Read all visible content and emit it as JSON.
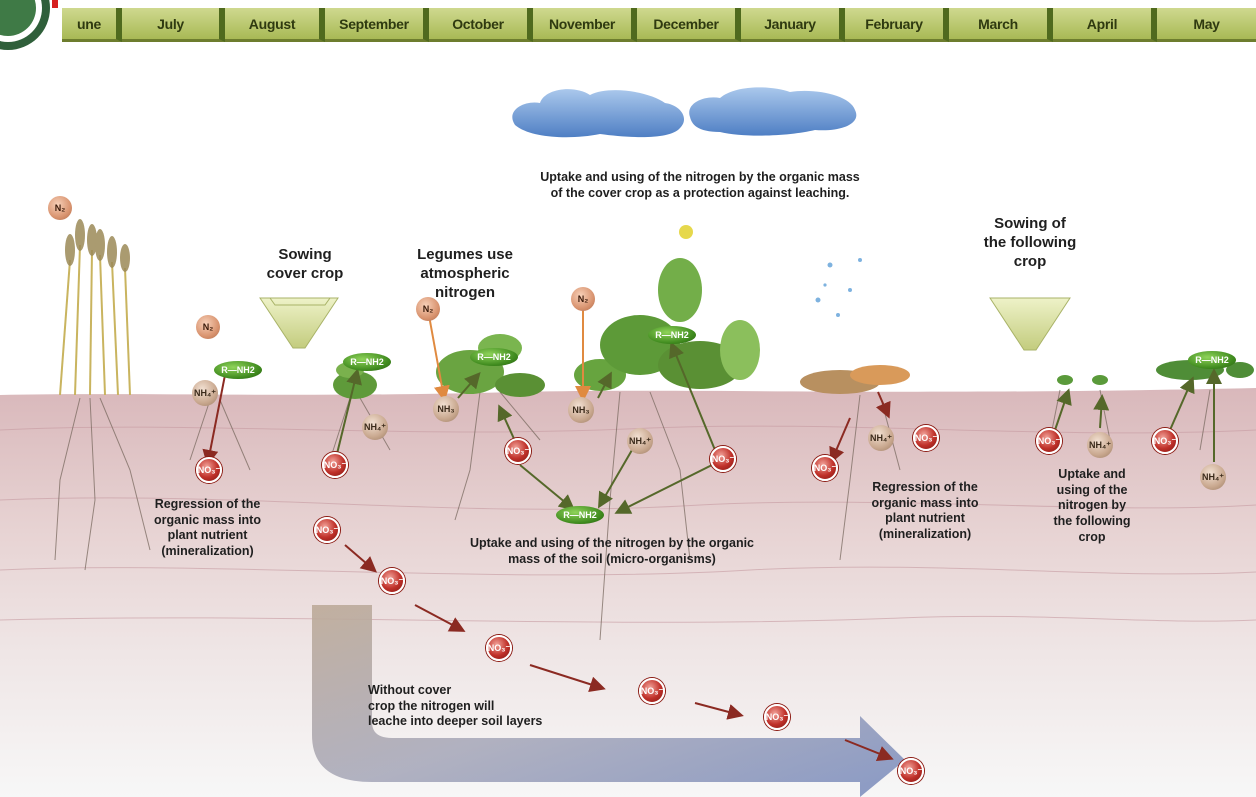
{
  "months": [
    "une",
    "July",
    "August",
    "September",
    "October",
    "November",
    "December",
    "January",
    "February",
    "March",
    "April",
    "May"
  ],
  "labels": {
    "sowing_cover_crop": "Sowing\ncover crop",
    "legumes": "Legumes use\natmospheric\nnitrogen",
    "uptake_cover": "Uptake and using of the nitrogen by the organic mass\nof the cover crop as a protection against leaching.",
    "sowing_following": "Sowing of\nthe following\ncrop",
    "regression_left": "Regression of the\norganic mass into\nplant nutrient\n(mineralization)",
    "uptake_soil": "Uptake and using of the nitrogen by the organic\nmass of the soil (micro-organisms)",
    "regression_right": "Regression of the\norganic mass into\nplant nutrient\n(mineralization)",
    "uptake_following": "Uptake and\nusing of the\nnitrogen by\nthe following\ncrop",
    "without_cover": "Without cover\ncrop the nitrogen will\nleache into deeper soil layers"
  },
  "chips": {
    "n2": "N₂",
    "nh4": "NH₄⁺",
    "nh3": "NH₃",
    "no3": "NO₃⁻",
    "rnh2": "R—NH2"
  },
  "colors": {
    "month_bar": "#b5c46a",
    "nitrate": "#c0312a",
    "ammonium": "#c9a88f",
    "organic_n": "#3f8a1e",
    "leach_arrow": "#8f9cc0",
    "soil": "#e3cfcf"
  }
}
